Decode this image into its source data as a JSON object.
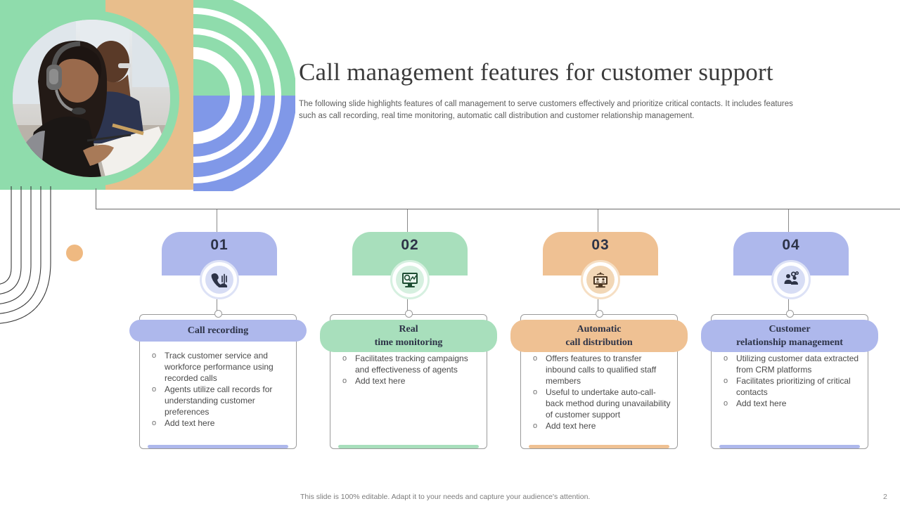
{
  "header": {
    "title": "Call management features for customer support",
    "subtitle": "The following slide highlights features of call management to serve customers effectively and prioritize critical contacts. It includes features such as call recording, real time monitoring, automatic call distribution and customer relationship management."
  },
  "footer": {
    "note": "This slide is 100% editable. Adapt it to your needs and capture your audience's attention.",
    "page_number": "2"
  },
  "colors": {
    "periwinkle": "#AEB8EC",
    "mint": "#A8DFBC",
    "tan": "#EFC193",
    "photo_ring_green": "#8FDCAC",
    "photo_block_tan": "#E8BE8C",
    "arc_green": "#8FDCAC",
    "arc_blue": "#8098E8",
    "orange_dot": "#EFB981",
    "title_text": "#3b3b3b",
    "body_text": "#4a4a4a"
  },
  "cards": [
    {
      "number": "01",
      "title_line1": "Call recording",
      "title_line2": "",
      "icon": "phone-call-icon",
      "color": "#AEB8EC",
      "icon_color": "#2d3347",
      "bullets": [
        "Track customer service and workforce performance  using recorded  calls",
        "Agents utilize call records for understanding customer preferences",
        "Add text here"
      ]
    },
    {
      "number": "02",
      "title_line1": "Real",
      "title_line2": "time monitoring",
      "icon": "monitor-analytics-icon",
      "color": "#A8DFBC",
      "icon_color": "#1d4d32",
      "bullets": [
        "Facilitates tracking campaigns and effectiveness  of agents",
        "Add text here"
      ]
    },
    {
      "number": "03",
      "title_line1": "Automatic",
      "title_line2": "call distribution",
      "icon": "call-distribution-icon",
      "color": "#EFC193",
      "icon_color": "#4a3520",
      "bullets": [
        "Offers  features  to transfer inbound  calls to qualified staff  members",
        "Useful to undertake auto-call-back method during unavailability  of customer support",
        "Add text here"
      ]
    },
    {
      "number": "04",
      "title_line1": "Customer",
      "title_line2": "relationship management",
      "icon": "crm-people-gear-icon",
      "color": "#AEB8EC",
      "icon_color": "#2d3347",
      "bullets": [
        "Utilizing customer data extracted from CRM platforms",
        "Facilitates prioritizing of critical contacts",
        "Add text here"
      ]
    }
  ]
}
